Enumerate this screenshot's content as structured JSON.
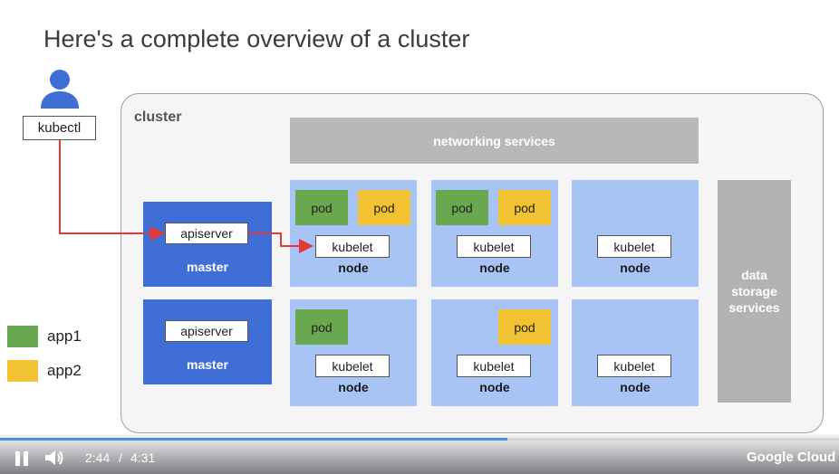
{
  "slide": {
    "title": "Here's a complete overview of a cluster",
    "kubectl_label": "kubectl",
    "cluster_label": "cluster",
    "networking_label": "networking services",
    "data_storage_label": "data storage services"
  },
  "masters": [
    {
      "apiserver_label": "apiserver",
      "label": "master"
    },
    {
      "apiserver_label": "apiserver",
      "label": "master"
    }
  ],
  "nodes": [
    {
      "kubelet_label": "kubelet",
      "label": "node",
      "pods": [
        {
          "label": "pod",
          "app": "app1"
        },
        {
          "label": "pod",
          "app": "app2"
        }
      ]
    },
    {
      "kubelet_label": "kubelet",
      "label": "node",
      "pods": [
        {
          "label": "pod",
          "app": "app1"
        },
        {
          "label": "pod",
          "app": "app2"
        }
      ]
    },
    {
      "kubelet_label": "kubelet",
      "label": "node",
      "pods": []
    },
    {
      "kubelet_label": "kubelet",
      "label": "node",
      "pods": [
        {
          "label": "pod",
          "app": "app1"
        }
      ]
    },
    {
      "kubelet_label": "kubelet",
      "label": "node",
      "pods": [
        {
          "label": "pod",
          "app": "app2"
        }
      ]
    },
    {
      "kubelet_label": "kubelet",
      "label": "node",
      "pods": []
    }
  ],
  "legend": [
    {
      "label": "app1",
      "color": "#6aa84f"
    },
    {
      "label": "app2",
      "color": "#f1c232"
    }
  ],
  "colors": {
    "master": "#3f6fd6",
    "node": "#a7c4f5",
    "arrow": "#e53935",
    "grey_service": "#b8b8b8"
  },
  "player": {
    "current_time": "2:44",
    "separator": "/",
    "duration": "4:31",
    "progress_fraction": 0.605,
    "brand": "Google Cloud",
    "play_icon": "pause-icon",
    "volume_icon": "volume-icon"
  }
}
